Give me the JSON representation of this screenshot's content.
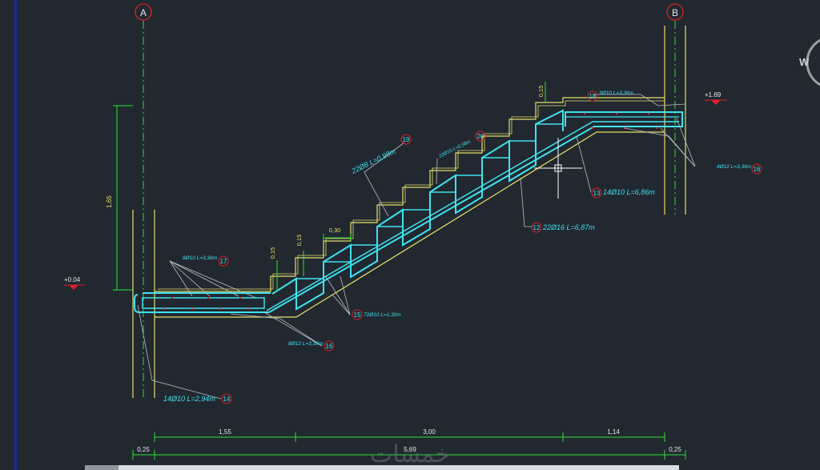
{
  "grid": {
    "left": "A",
    "right": "B"
  },
  "levels": {
    "lower": "+0.04",
    "upper": "+1.69"
  },
  "dimensions": {
    "height": "1,65",
    "tread": "0,30",
    "riser_a": "0,15",
    "riser_b": "0,15",
    "riser_c": "0,15",
    "seg1": "1,55",
    "seg2": "3,00",
    "seg3": "1,14",
    "wall_left": "0,25",
    "total": "5,69",
    "wall_right": "0,25"
  },
  "rebars": [
    {
      "num": "18",
      "text": "3Ø10 L=3,36m"
    },
    {
      "num": "16",
      "text": "4Ø12 L=3,36m"
    },
    {
      "num": "13",
      "text": "14Ø10 L=6,86m"
    },
    {
      "num": "12",
      "text": "22Ø16 L=6,87m"
    },
    {
      "num": "19",
      "text": "22Ø8 L=0,98m"
    },
    {
      "num": "20",
      "text": "22Ø10 L=0,98m"
    },
    {
      "num": "17",
      "text": "8Ø10 L=3,36m"
    },
    {
      "num": "15",
      "text": "72Ø10 L=1,30m"
    },
    {
      "num": "16",
      "text": "8Ø12 L=3,36m"
    },
    {
      "num": "14",
      "text": "14Ø10 L=2,94m"
    }
  ],
  "watermark": "خمسات",
  "side_logo": "W",
  "colors": {
    "background": "#212830",
    "concrete": "#e6e06a",
    "rebar": "#3fe3f0",
    "dimension": "#2fe02f",
    "leader": "#b9bec4",
    "marker": "#e0202a"
  }
}
